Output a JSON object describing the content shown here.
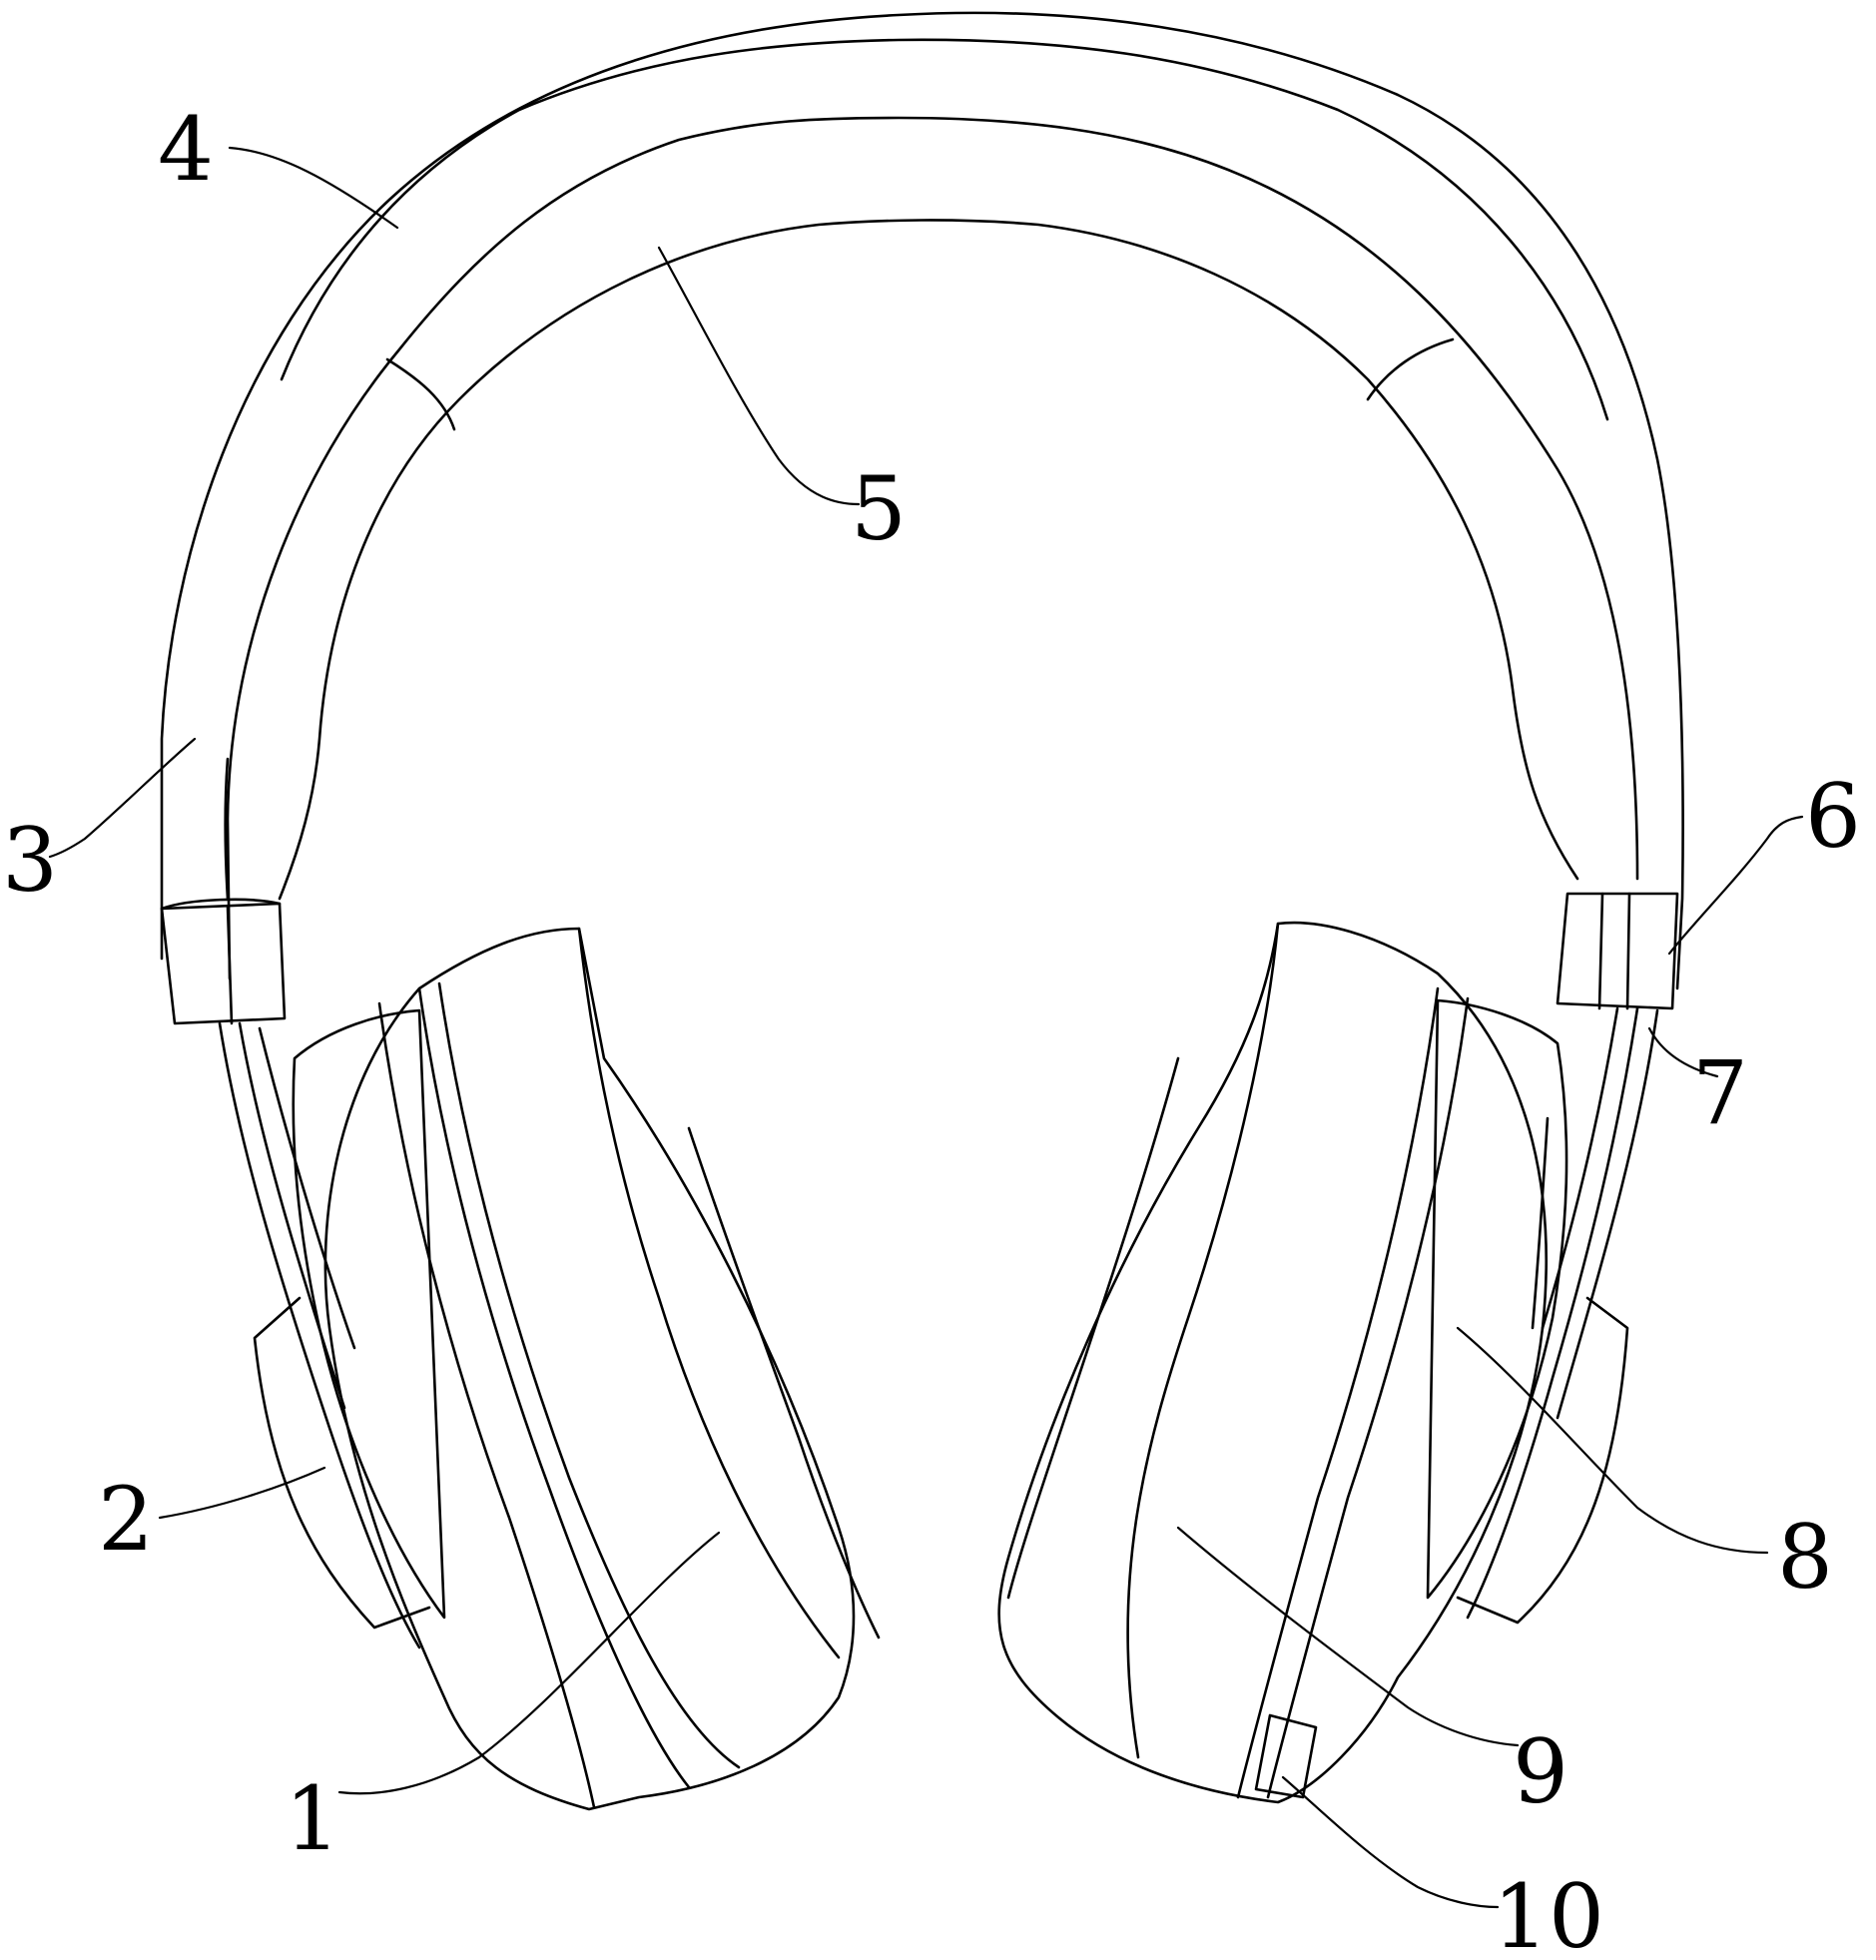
{
  "figure": {
    "labels": {
      "part_1": "1",
      "part_2": "2",
      "part_3": "3",
      "part_4": "4",
      "part_5": "5",
      "part_6": "6",
      "part_7": "7",
      "part_8": "8",
      "part_9": "9",
      "part_10": "10"
    },
    "colors": {
      "line": "#000000",
      "background": "#ffffff"
    }
  }
}
